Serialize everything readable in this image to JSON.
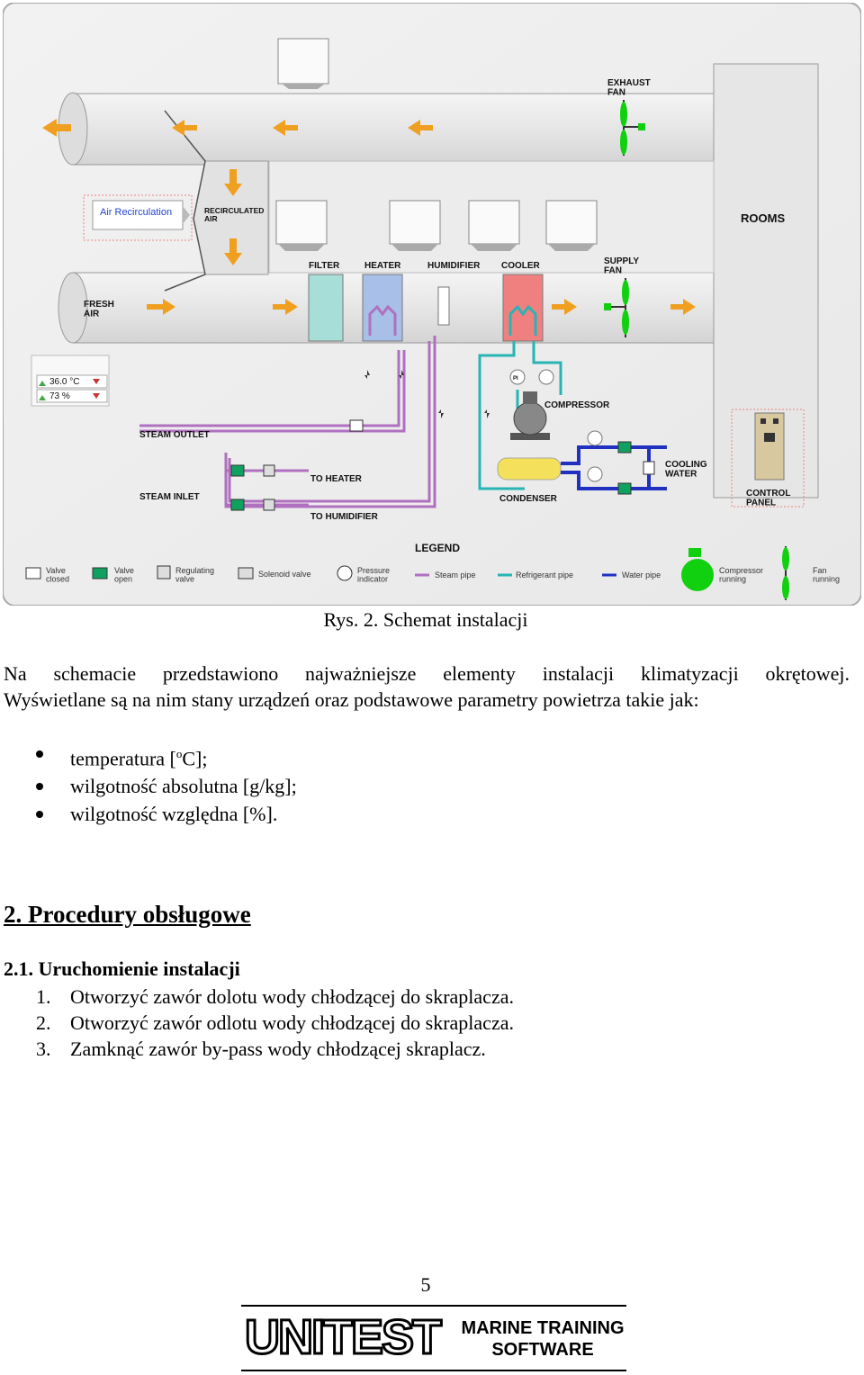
{
  "schematic": {
    "labels": {
      "exhaust_fan": "EXHAUST\nFAN",
      "rooms": "ROOMS",
      "air_recirculation": "Air Recirculation",
      "recirculated_air": "RECIRCULATED\nAIR",
      "filter": "FILTER",
      "heater": "HEATER",
      "humidifier": "HUMIDIFIER",
      "cooler": "COOLER",
      "supply_fan": "SUPPLY\nFAN",
      "fresh_air": "FRESH\nAIR",
      "temperature": "36.0 °C",
      "humidity": "73 %",
      "steam_outlet": "STEAM OUTLET",
      "steam_inlet": "STEAM INLET",
      "to_heater": "TO HEATER",
      "to_humidifier": "TO HUMIDIFIER",
      "compressor": "COMPRESSOR",
      "condenser": "CONDENSER",
      "cooling_water": "COOLING\nWATER",
      "control_panel": "CONTROL\nPANEL",
      "pi": "PI"
    },
    "legend": {
      "title": "LEGEND",
      "items": [
        {
          "label": "Valve\nclosed"
        },
        {
          "label": "Valve\nopen"
        },
        {
          "label": "Regulating\nvalve"
        },
        {
          "label": "Solenoid valve"
        },
        {
          "label": "Pressure\nindicator"
        },
        {
          "label": "Steam pipe"
        },
        {
          "label": "Refrigerant pipe"
        },
        {
          "label": "Water pipe"
        },
        {
          "label": "Compressor\nrunning"
        },
        {
          "label": "Fan\nrunning"
        }
      ]
    },
    "colors": {
      "duct": "#e4e4e4",
      "filter": "#a8ded8",
      "heater": "#a8bfe8",
      "cooler": "#f08080",
      "steam_pipe": "#b070c0",
      "refrigerant_pipe": "#28b4b4",
      "water_pipe": "#2030c0",
      "arrow": "#f0a020",
      "running": "#10d010"
    }
  },
  "caption": "Rys. 2. Schemat instalacji",
  "intro": {
    "line1": "Na schemacie przedstawiono najważniejsze elementy instalacji klimatyzacji okrętowej.",
    "line2": "Wyświetlane są na nim stany urządzeń oraz podstawowe parametry powietrza takie jak:"
  },
  "bullets": {
    "b1_pre": "temperatura [",
    "b1_sup": "o",
    "b1_post": "C];",
    "b2": "wilgotność absolutna [g/kg];",
    "b3": "wilgotność względna [%]."
  },
  "section": "2. Procedury obsługowe",
  "subsection": "2.1. Uruchomienie instalacji",
  "steps": [
    {
      "num": "1.",
      "text": "Otworzyć zawór dolotu wody chłodzącej do skraplacza."
    },
    {
      "num": "2.",
      "text": "Otworzyć zawór odlotu wody chłodzącej do skraplacza."
    },
    {
      "num": "3.",
      "text": "Zamknąć zawór by-pass wody chłodzącej skraplacz."
    }
  ],
  "page_number": "5",
  "footer": {
    "logo": "UNITEST",
    "line1": "MARINE TRAINING",
    "line2": "SOFTWARE"
  }
}
